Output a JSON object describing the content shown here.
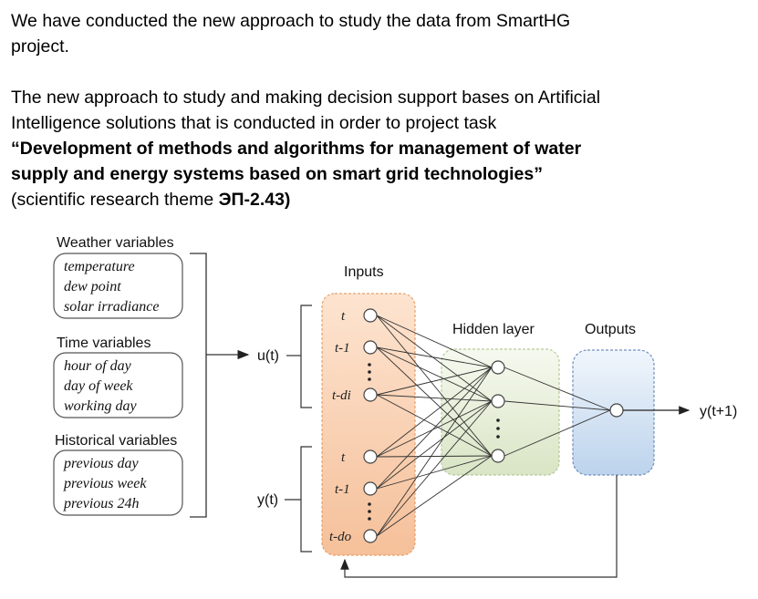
{
  "text": {
    "para1_line1": "We have conducted the new approach to study the data from SmartHG",
    "para1_line2": "project.",
    "para2_line1": "The new approach to study and making decision support bases on Artificial",
    "para2_line2": "Intelligence solutions that is conducted in order to project task",
    "bold_line1": "“Development of methods and algorithms for management of water",
    "bold_line2": "supply and energy systems based on smart grid technologies”",
    "para3_prefix": "(scientific research theme ",
    "para3_code": "ЭП-2.43)"
  },
  "diagram": {
    "groups": [
      {
        "title": "Weather variables",
        "items": [
          "temperature",
          "dew point",
          "solar irradiance"
        ]
      },
      {
        "title": "Time variables",
        "items": [
          "hour of day",
          "day of week",
          "working day"
        ]
      },
      {
        "title": "Historical variables",
        "items": [
          "previous day",
          "previous week",
          "previous 24h"
        ]
      }
    ],
    "u_label": "u(t)",
    "y_label": "y(t)",
    "inputs_title": "Inputs",
    "hidden_title": "Hidden layer",
    "outputs_title": "Outputs",
    "output_label": "y(t+1)",
    "input_nodes": [
      "t",
      "t-1",
      "t-di",
      "t",
      "t-1",
      "t-do"
    ],
    "colors": {
      "inputs_fill": "#f5c9a2",
      "inputs_border": "#e9a06a",
      "hidden_fill": "#e2ebd3",
      "hidden_border": "#b7c99a",
      "outputs_fill": "#c6d9ee",
      "outputs_border": "#6f8fbf"
    }
  }
}
